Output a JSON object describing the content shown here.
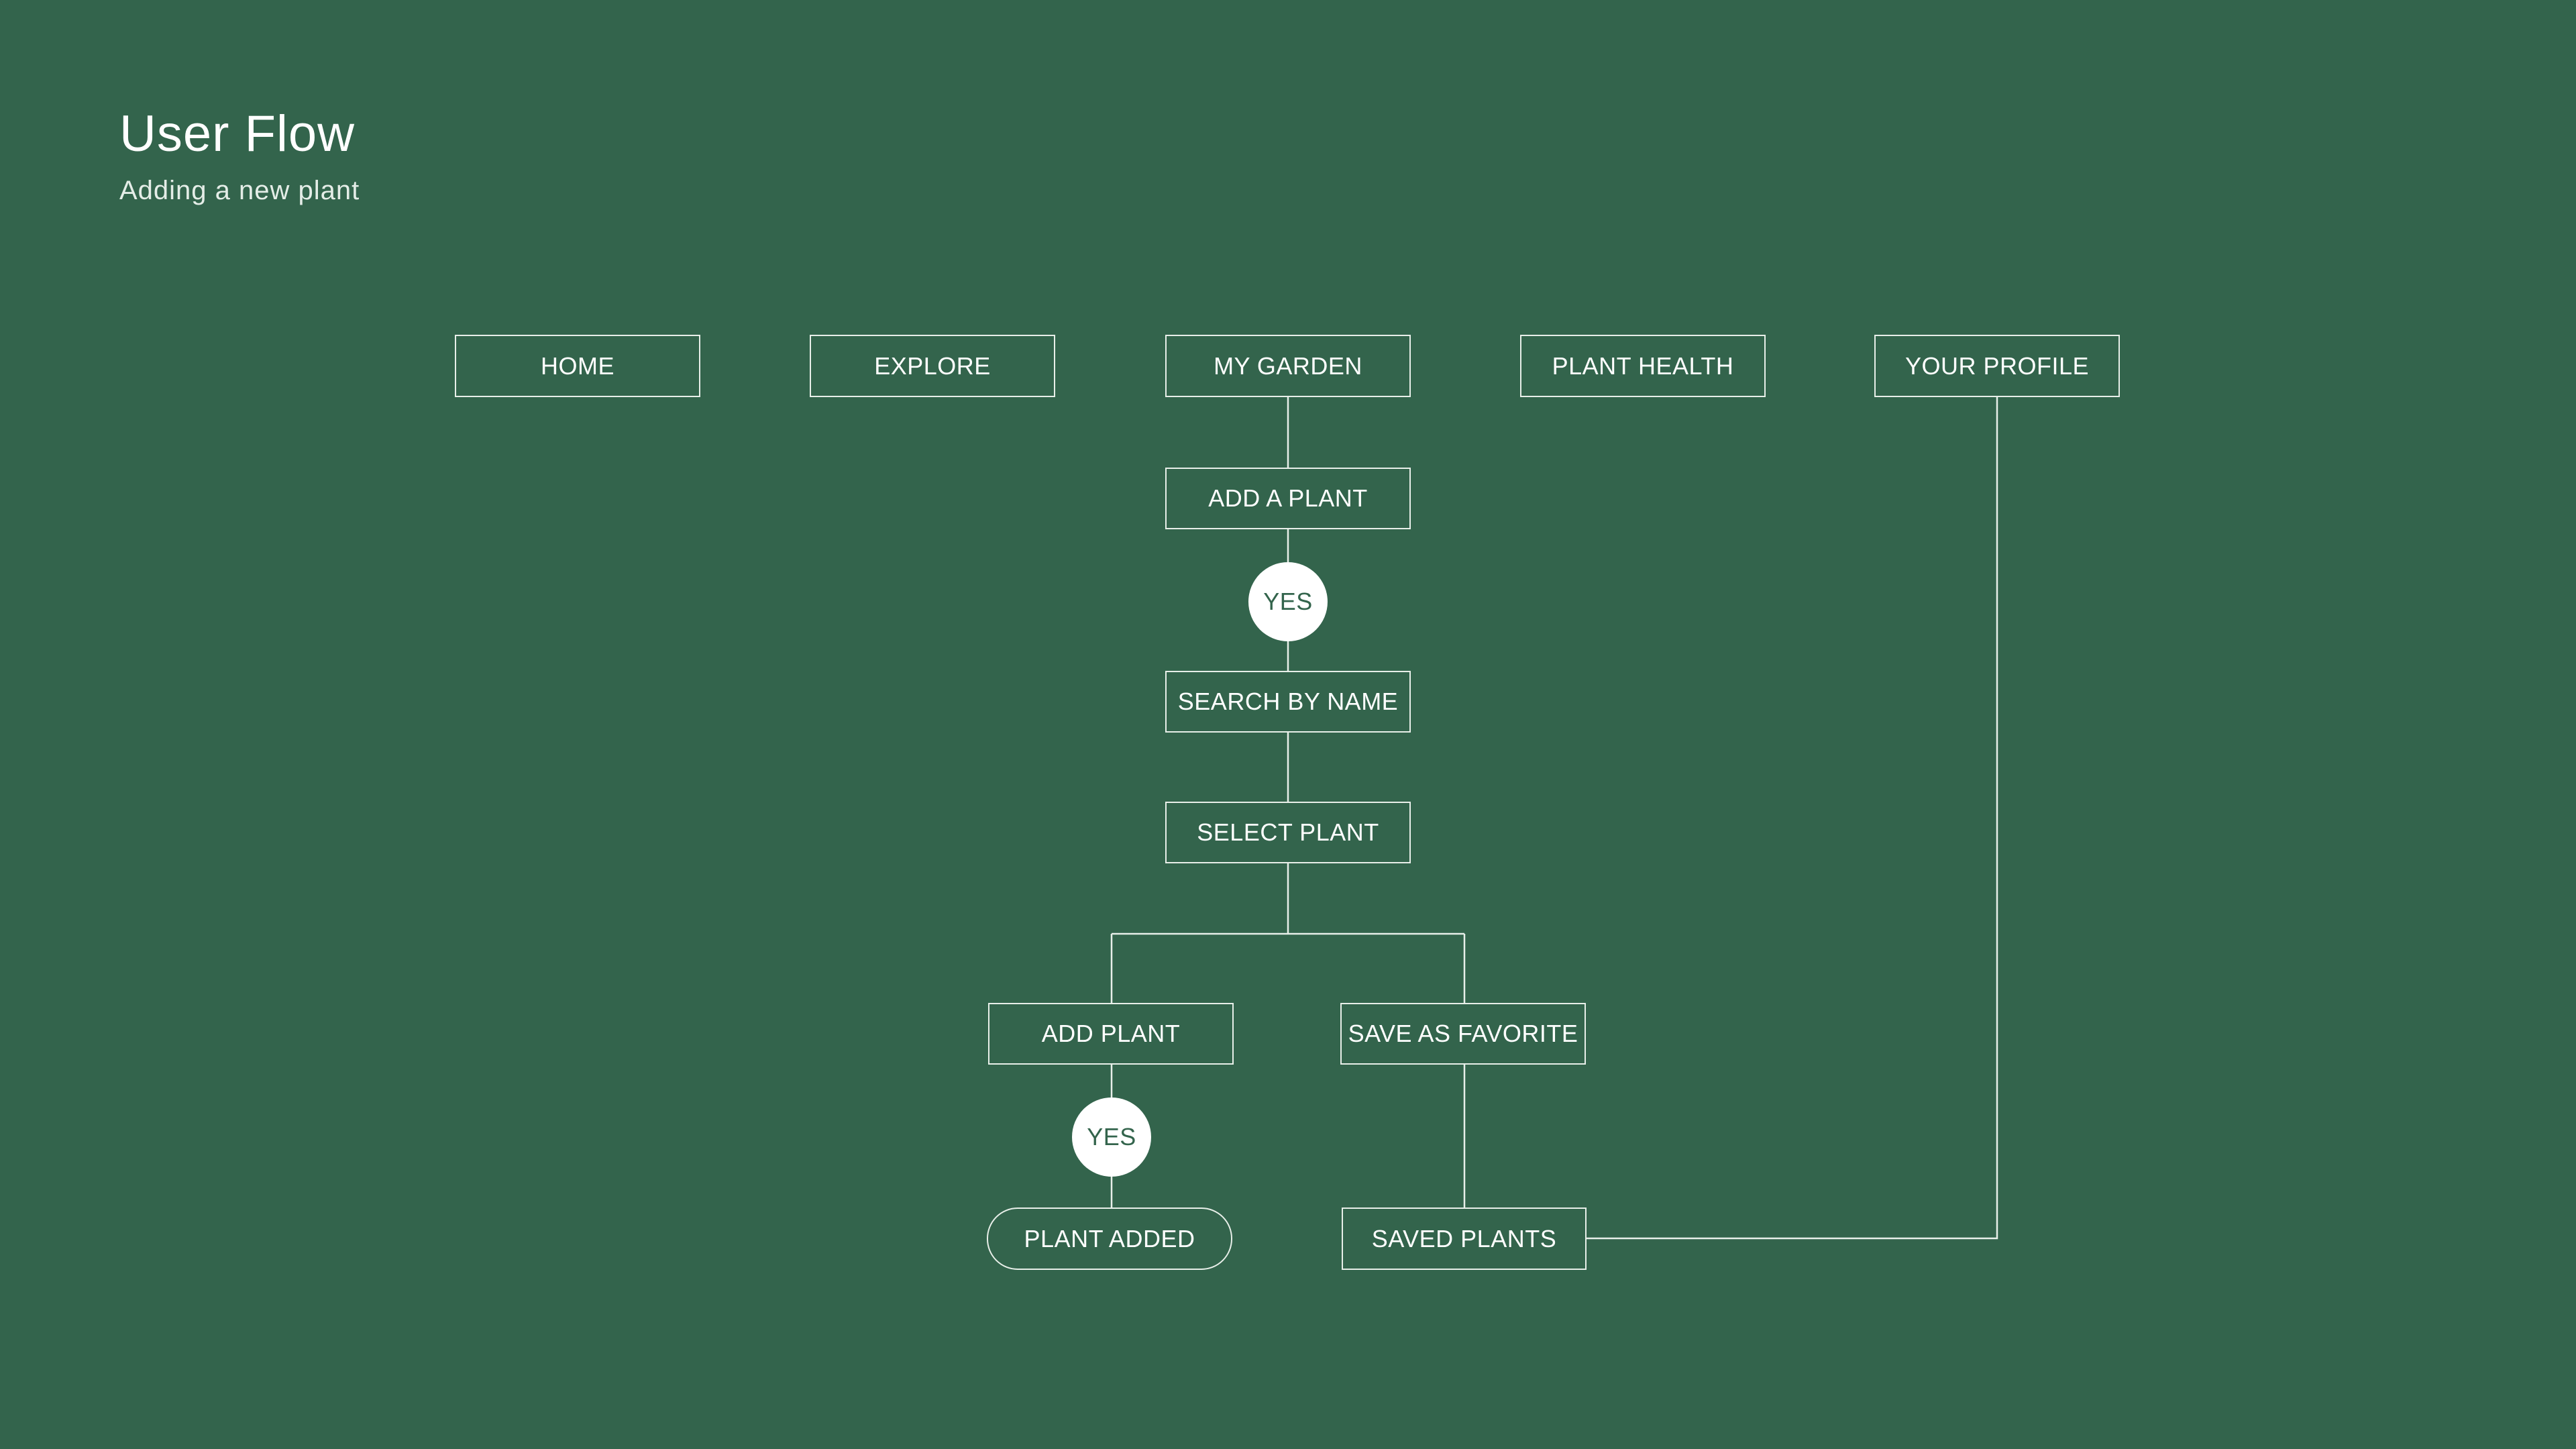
{
  "header": {
    "title": "User Flow",
    "subtitle": "Adding a new plant"
  },
  "colors": {
    "background": "#33644c",
    "line": "#e8efe9",
    "text": "#ffffff",
    "decision_fill": "#ffffff",
    "decision_text": "#33644c"
  },
  "nav": {
    "home": "HOME",
    "explore": "EXPLORE",
    "my_garden": "MY GARDEN",
    "plant_health": "PLANT HEALTH",
    "your_profile": "YOUR PROFILE"
  },
  "flow": {
    "add_a_plant": "ADD A PLANT",
    "decision_1": "YES",
    "search_by_name": "SEARCH BY NAME",
    "select_plant": "SELECT PLANT",
    "add_plant": "ADD PLANT",
    "save_as_favorite": "SAVE AS FAVORITE",
    "decision_2": "YES",
    "plant_added": "PLANT ADDED",
    "saved_plants": "SAVED PLANTS"
  }
}
